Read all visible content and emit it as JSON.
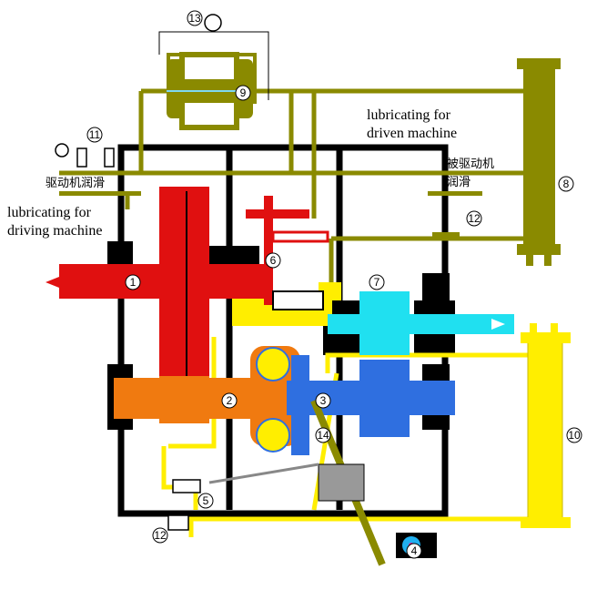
{
  "labels": {
    "lub_driven": "lubricating for\ndriven machine",
    "lub_driving": "lubricating for\ndriving machine",
    "cn_driven": "被驱动机\n润滑",
    "cn_driving": "驱动机润滑"
  },
  "callouts": [
    "1",
    "2",
    "3",
    "4",
    "5",
    "6",
    "7",
    "8",
    "9",
    "10",
    "11",
    "12",
    "12",
    "13",
    "14"
  ],
  "colors": {
    "frame": "#000000",
    "oil_olive": "#8a8a00",
    "oil_yellow": "#ffee00",
    "red": "#e01010",
    "orange": "#f07a10",
    "blue": "#2f6fe0",
    "cyan": "#20e0f0",
    "gray": "#888888"
  }
}
